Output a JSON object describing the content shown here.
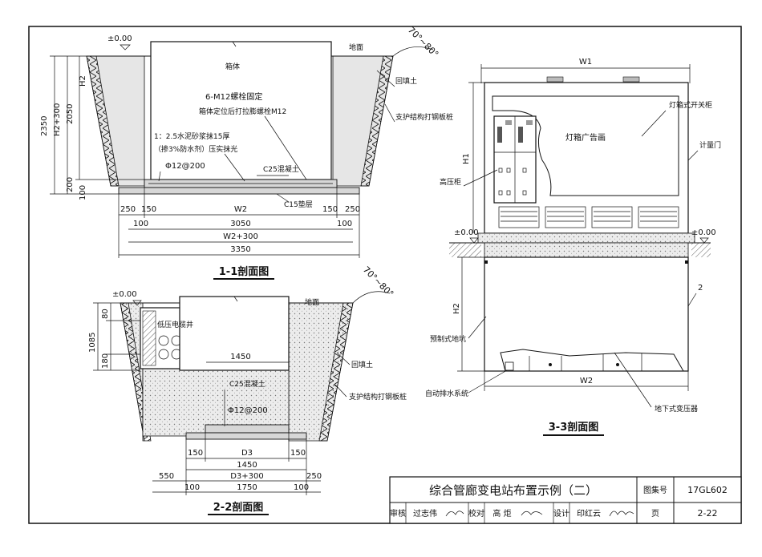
{
  "section_1_1": {
    "title": "1-1剖面图",
    "elev_zero": "±0.00",
    "ground": "地面",
    "box": "箱体",
    "backfill": "回填土",
    "piles": "支护结构打钢板桩",
    "slope_angle": "70°~80°",
    "bolt_note_1": "6-M12螺栓固定",
    "bolt_note_2": "箱体定位后打拉膨螺栓M12",
    "mortar_note_1": "1：2.5水泥砂浆抹15厚",
    "mortar_note_2": "（掺3%防水剂）压实抹光",
    "rebar": "Φ12@200",
    "c25": "C25混凝土",
    "c15": "C15垫层",
    "dim_2350": "2350",
    "dim_h2_300": "H2+300",
    "dim_2050": "2050",
    "dim_h2": "H2",
    "dim_200": "200",
    "dim_100": "100",
    "dim_250a": "250",
    "dim_150a": "150",
    "dim_w2": "W2",
    "dim_150b": "150",
    "dim_250b": "250",
    "dim_3050": "3050",
    "dim_100a": "100",
    "dim_100b": "100",
    "dim_w2_300": "W2+300",
    "dim_3350": "3350"
  },
  "section_2_2": {
    "title": "2-2剖面图",
    "elev_zero": "±0.00",
    "ground": "地面",
    "cable_well": "低压电缆井",
    "backfill": "回填土",
    "piles": "支护结构打钢板桩",
    "slope_angle": "70°~80°",
    "c25": "C25混凝土",
    "rebar": "Φ12@200",
    "dim_80": "80",
    "dim_1085": "1085",
    "dim_180": "180",
    "dim_1450_top": "1450",
    "dim_150a": "150",
    "dim_d3": "D3",
    "dim_150b": "150",
    "dim_1450": "1450",
    "dim_550": "550",
    "dim_d3_300": "D3+300",
    "dim_250": "250",
    "dim_100a": "100",
    "dim_1750": "1750",
    "dim_100b": "100"
  },
  "section_3_3": {
    "title": "3-3剖面图",
    "dim_w1": "W1",
    "dim_h1": "H1",
    "dim_h2": "H2",
    "dim_w2": "W2",
    "elev_left": "±0.00",
    "elev_right": "±0.00",
    "switch_cabinet": "灯箱式开关柜",
    "lightbox_ad": "灯箱广告画",
    "meter_door": "计量门",
    "hv_cabinet": "高压柜",
    "label_2": "2",
    "prefab_pit": "预制式地坑",
    "drain": "自动排水系统",
    "transformer": "地下式变压器"
  },
  "title_block": {
    "drawing_title": "综合管廊变电站布置示例（二）",
    "atlas_label": "图集号",
    "atlas_no": "17GL602",
    "review_label": "审核",
    "reviewer": "过志伟",
    "check_label": "校对",
    "checker": "高 炬",
    "design_label": "设计",
    "designer": "印红云",
    "page_label": "页",
    "page_no": "2-22"
  }
}
